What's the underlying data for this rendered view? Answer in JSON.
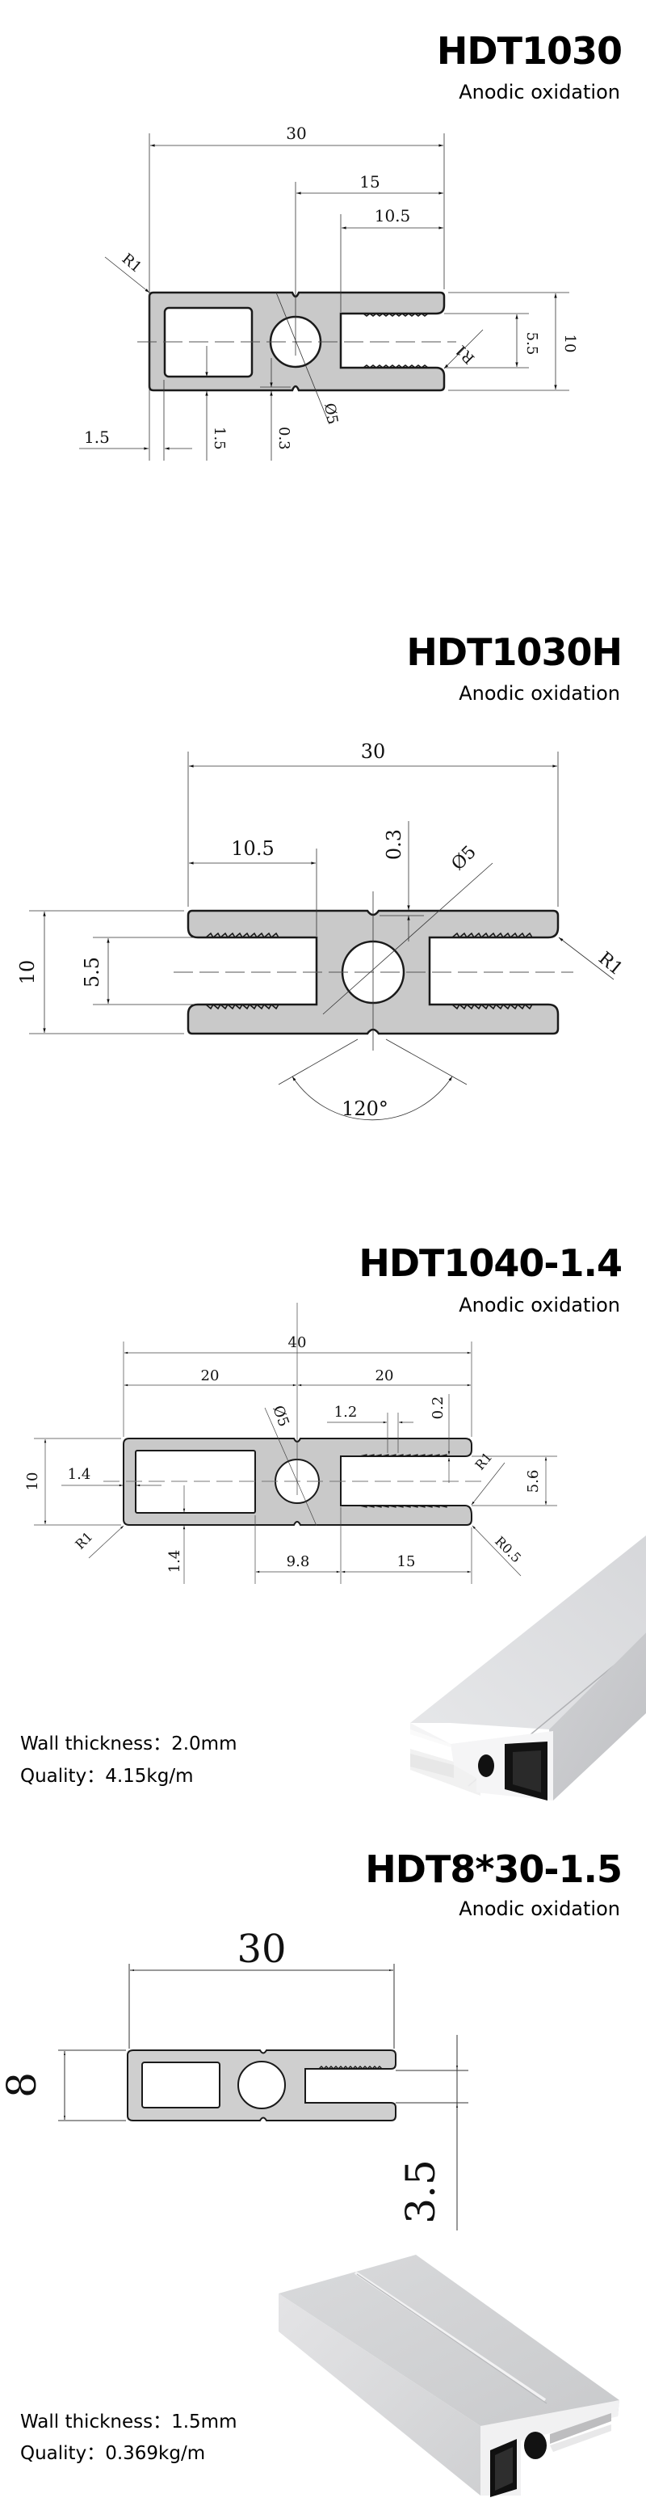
{
  "sections": [
    {
      "model": "HDT1030",
      "finish": "Anodic oxidation",
      "dimensions": {
        "overall_width": "30",
        "center_to_end": "15",
        "slot_depth": "10.5",
        "corner_radius_left": "R1",
        "corner_radius_slot": "R1",
        "slot_width": "5.5",
        "height": "10",
        "hole_diameter": "Ø5",
        "wall_left": "1.5",
        "wall_bottom": "1.5",
        "groove_depth": "0.3"
      }
    },
    {
      "model": "HDT1030H",
      "finish": "Anodic oxidation",
      "dimensions": {
        "overall_width": "30",
        "slot_depth": "10.5",
        "groove_depth": "0.3",
        "hole_diameter": "Ø5",
        "corner_radius": "R1",
        "height": "10",
        "slot_width": "5.5",
        "groove_angle": "120°"
      }
    },
    {
      "model": "HDT1040-1.4",
      "finish": "Anodic oxidation",
      "dimensions": {
        "overall_width": "40",
        "left_half": "20",
        "right_half": "20",
        "hole_diameter": "Ø5",
        "tooth_pitch": "1.2",
        "tooth_depth": "0.2",
        "height": "10",
        "wall_left": "1.4",
        "wall_bottom": "1.4",
        "corner_radius_left": "R1",
        "corner_radius_slot": "R1",
        "corner_radius_tip": "R0.5",
        "slot_width": "5.6",
        "web_width": "9.8",
        "slot_depth": "15"
      },
      "specs": {
        "wall_thickness_label": "Wall thickness：",
        "wall_thickness_value": "2.0mm",
        "quality_label": "Quality：",
        "quality_value": "4.15kg/m"
      }
    },
    {
      "model": "HDT8*30-1.5",
      "finish": "Anodic oxidation",
      "dimensions": {
        "overall_width": "30",
        "height": "8",
        "slot_width": "3.5"
      },
      "specs": {
        "wall_thickness_label": "Wall thickness：",
        "wall_thickness_value": "1.5mm",
        "quality_label": "Quality：",
        "quality_value": "0.369kg/m"
      }
    }
  ],
  "colors": {
    "profile_fill": "#c9c9c9",
    "outline": "#1a1a1a",
    "dim_line": "#333333",
    "aluminum_light": "#e4e4e6",
    "aluminum_mid": "#d2d3d6",
    "aluminum_dark": "#b9babd"
  }
}
